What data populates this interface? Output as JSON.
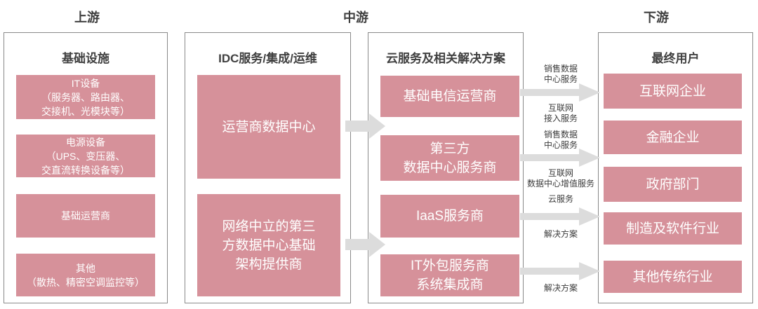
{
  "headers": {
    "upstream": "上游",
    "midstream": "中游",
    "downstream": "下游"
  },
  "columns": [
    {
      "title": "基础设施",
      "items": [
        "IT设备\n（服务器、路由器、\n交接机、光模块等）",
        "电源设备\n（UPS、变压器、\n交直流转换设备等）",
        "基础运营商",
        "其他\n（散热、精密空调监控等）"
      ]
    },
    {
      "title": "IDC服务/集成/运维",
      "items": [
        "运营商数据中心",
        "网络中立的第三\n方数据中心基础\n架构提供商"
      ]
    },
    {
      "title": "云服务及相关解决方案",
      "items": [
        "基础电信运营商",
        "第三方\n数据中心服务商",
        "IaaS服务商",
        "IT外包服务商\n系统集成商"
      ]
    },
    {
      "title": "最终用户",
      "items": [
        "互联网企业",
        "金融企业",
        "政府部门",
        "制造及软件行业",
        "其他传统行业"
      ]
    }
  ],
  "arrows": [
    {
      "above": "销售数据\n中心服务",
      "below": "互联网\n接入服务"
    },
    {
      "above": "销售数据\n中心服务",
      "below": "互联网\n数据中心增值服务"
    },
    {
      "above": "云服务",
      "below": "解决方案"
    },
    {
      "below": "解决方案"
    }
  ],
  "colors": {
    "node_pink": "#d6919a",
    "arrow_gray": "#dcdcdc",
    "panel_border": "#898989",
    "text_dark": "#3f3f3f"
  }
}
